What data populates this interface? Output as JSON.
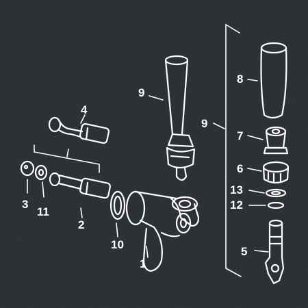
{
  "labels": {
    "l1": "1",
    "l2": "2",
    "l3": "3",
    "l4": "4",
    "l5": "5",
    "l6": "6",
    "l7": "7",
    "l8": "8",
    "l9a": "9",
    "l9b": "9",
    "l10": "10",
    "l11": "11",
    "l12": "12",
    "l13": "13"
  },
  "colors": {
    "background": "#2b2f33",
    "line": "#ffffff"
  }
}
